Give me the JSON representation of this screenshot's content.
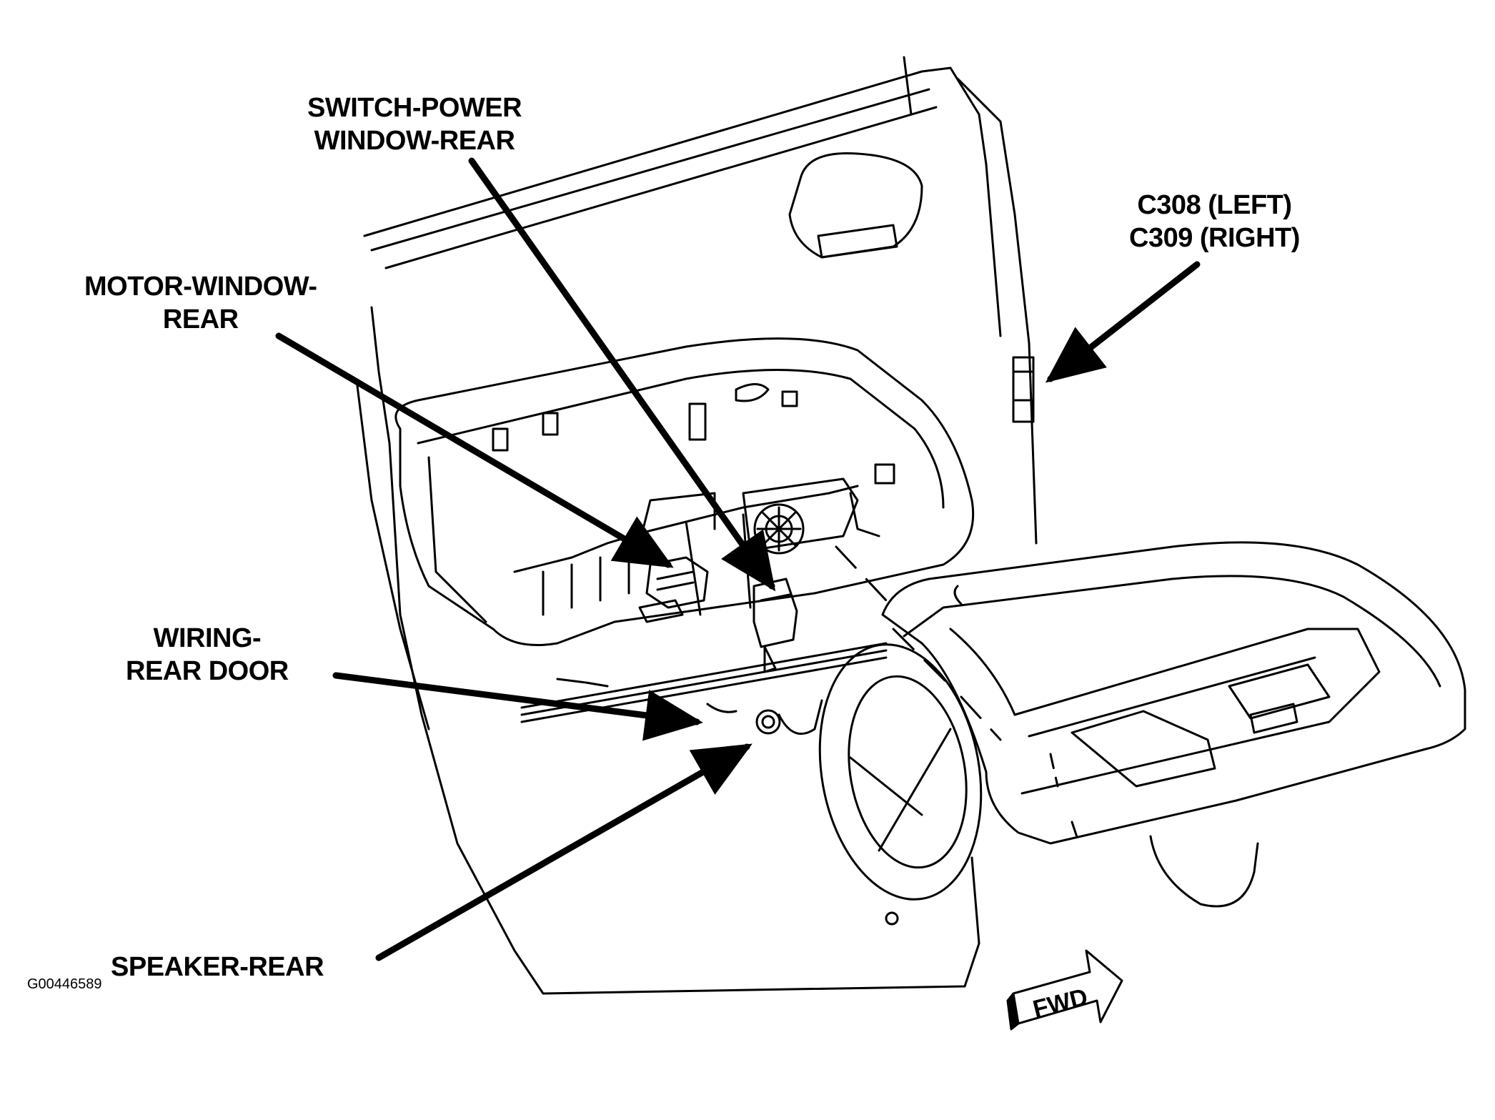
{
  "labels": {
    "switch_power_window_rear": {
      "line1": "SWITCH-POWER",
      "line2": "WINDOW-REAR"
    },
    "connector": {
      "line1": "C308 (LEFT)",
      "line2": "C309 (RIGHT)"
    },
    "motor_window_rear": {
      "line1": "MOTOR-WINDOW-",
      "line2": "REAR"
    },
    "wiring_rear_door": {
      "line1": "WIRING-",
      "line2": "REAR DOOR"
    },
    "speaker_rear": {
      "line1": "SPEAKER-REAR"
    }
  },
  "fwd_indicator": "FWD",
  "figure_code": "G00446589",
  "colors": {
    "ink": "#000000",
    "paper": "#ffffff"
  }
}
